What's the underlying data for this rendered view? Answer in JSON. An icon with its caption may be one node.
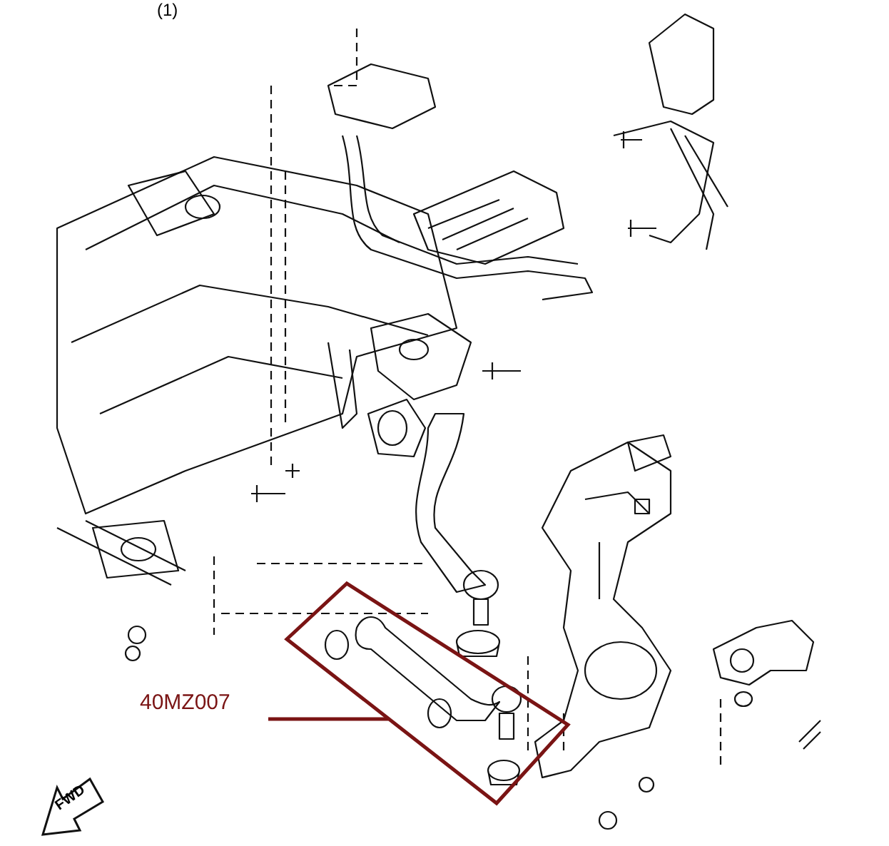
{
  "diagram": {
    "nodes": [
      {
        "text": [
          "40MZ007"
        ]
      },
      {
        "text": [],
        "shape": "box"
      }
    ],
    "edges": [
      {
        "from": 0,
        "to": 1,
        "arrow": "none",
        "color": "#7a1414"
      }
    ],
    "labels": [
      "(1)",
      "FWD"
    ]
  }
}
